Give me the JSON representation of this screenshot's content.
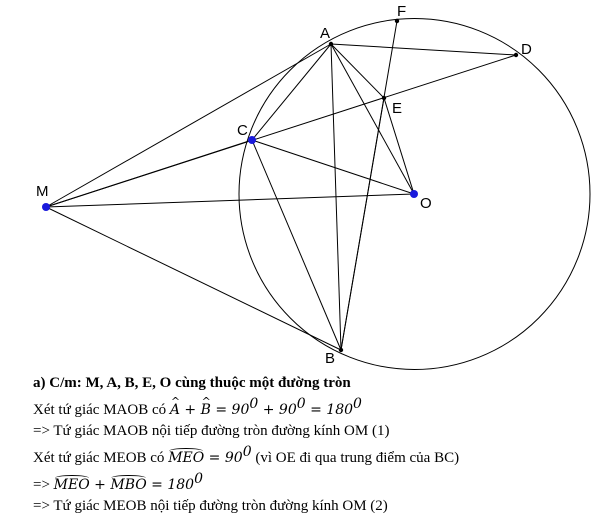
{
  "figure": {
    "points": [
      {
        "id": "A",
        "label": "A"
      },
      {
        "id": "B",
        "label": "B"
      },
      {
        "id": "C",
        "label": "C"
      },
      {
        "id": "D",
        "label": "D"
      },
      {
        "id": "E",
        "label": "E"
      },
      {
        "id": "F",
        "label": "F"
      },
      {
        "id": "M",
        "label": "M"
      },
      {
        "id": "O",
        "label": "O"
      }
    ],
    "segments": [
      [
        "M",
        "A"
      ],
      [
        "M",
        "B"
      ],
      [
        "M",
        "O"
      ],
      [
        "M",
        "D"
      ],
      [
        "M",
        "C"
      ],
      [
        "A",
        "C"
      ],
      [
        "A",
        "B"
      ],
      [
        "A",
        "O"
      ],
      [
        "A",
        "E"
      ],
      [
        "A",
        "D"
      ],
      [
        "C",
        "B"
      ],
      [
        "C",
        "O"
      ],
      [
        "B",
        "E"
      ],
      [
        "B",
        "F"
      ],
      [
        "O",
        "E"
      ]
    ],
    "circle": {
      "center": "O",
      "through": "A"
    },
    "colors": {
      "stroke": "#000000",
      "highlight_point": "#1a1adc"
    }
  },
  "text": {
    "line1": "a) C/m: M, A, B, E, O cùng thuộc một đường tròn",
    "line2_prefix": "Xét tứ giác MAOB có ",
    "line2_A": "A",
    "line2_plus": " + ",
    "line2_B": "B",
    "line2_rest": " = 90",
    "line2_sup1": "0",
    "line2_mid": " + 90",
    "line2_sup2": "0",
    "line2_eq": " = 180",
    "line2_sup3": "0",
    "line3": "=> Tứ giác MAOB nội tiếp đường tròn đường kính OM (1)",
    "line4_prefix": "Xét tứ giác MEOB có ",
    "line4_arc": "MEO",
    "line4_eq": " = 90",
    "line4_sup": "0",
    "line4_rest": " (vì OE đi qua trung điểm của BC)",
    "line5_prefix": " => ",
    "line5_arc1": "MEO",
    "line5_plus": " + ",
    "line5_arc2": "MBO",
    "line5_eq": " = 180",
    "line5_sup": "0",
    "line6": "=> Tứ giác MEOB nội tiếp đường tròn đường kính OM (2)"
  }
}
